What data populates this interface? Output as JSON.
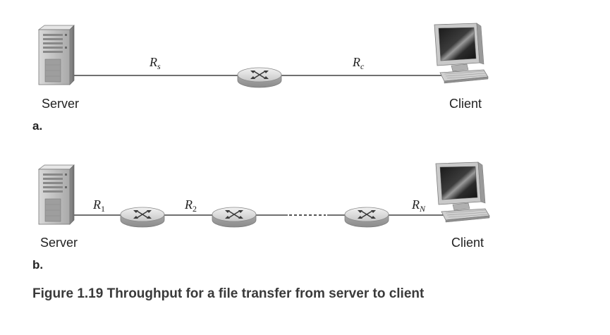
{
  "diagram_a": {
    "part_label": "a.",
    "server_label": "Server",
    "client_label": "Client",
    "links": [
      {
        "letter": "R",
        "sub": "s"
      },
      {
        "letter": "R",
        "sub": "c"
      }
    ]
  },
  "diagram_b": {
    "part_label": "b.",
    "server_label": "Server",
    "client_label": "Client",
    "links": [
      {
        "letter": "R",
        "sub": "1"
      },
      {
        "letter": "R",
        "sub": "2"
      },
      {
        "letter": "R",
        "sub": "N"
      }
    ]
  },
  "caption": "Figure 1.19 Throughput for a file transfer from server to client",
  "icons": [
    "server-icon",
    "router-icon",
    "client-computer-icon"
  ],
  "colors": {
    "line": "#1a1a1a",
    "device_grey": "#b9b9b9",
    "caption": "#3a3a3a"
  }
}
